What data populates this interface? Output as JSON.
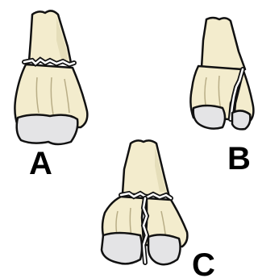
{
  "figure": {
    "panels": [
      {
        "id": "A",
        "label": "A"
      },
      {
        "id": "B",
        "label": "B"
      },
      {
        "id": "C",
        "label": "C"
      }
    ],
    "colors": {
      "bone_fill": "#f3eccd",
      "cartilage_fill": "#e4e4e6",
      "outline": "#111111",
      "fracture_line": "#ffffff"
    }
  }
}
